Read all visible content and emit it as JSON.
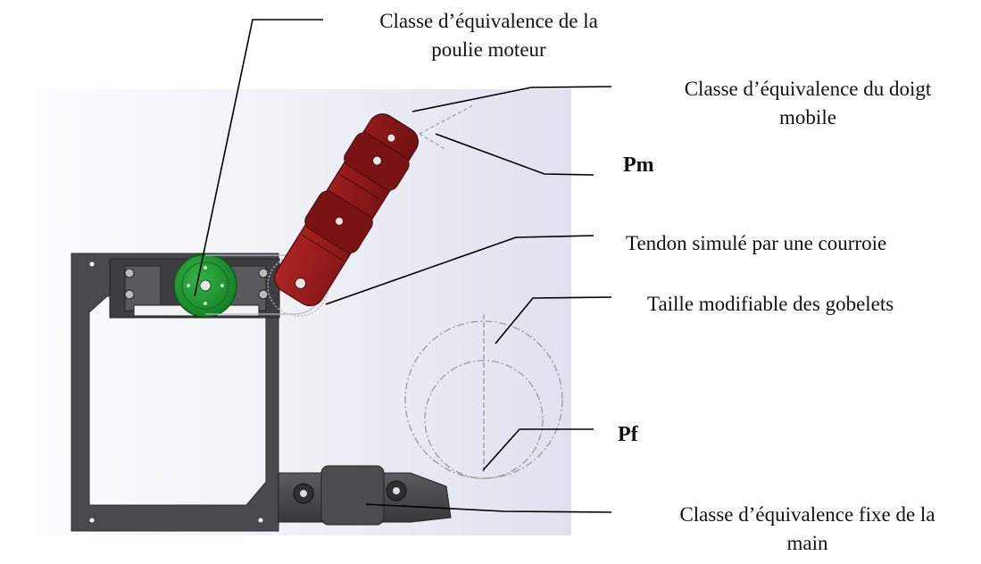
{
  "labels": {
    "motor_pulley_line1": "Classe d’équivalence de la",
    "motor_pulley_line2": "poulie moteur",
    "finger_line1": "Classe d’équivalence du doigt",
    "finger_line2": "mobile",
    "pm": "Pm",
    "tendon": "Tendon simulé par une courroie",
    "cups": "Taille modifiable des gobelets",
    "pf": "Pf",
    "fixed_line1": "Classe d’équivalence fixe de la",
    "fixed_line2": "main"
  },
  "colors": {
    "frame": "#4a4a4e",
    "finger": "#8b1a1a",
    "pulley": "#1e9a2e",
    "leader": "#000000",
    "circle": "#9a9a9a"
  }
}
